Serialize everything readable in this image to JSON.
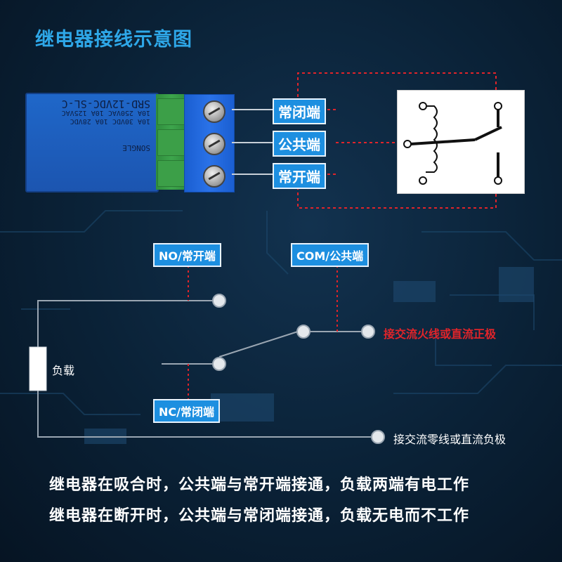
{
  "title": "继电器接线示意图",
  "relay": {
    "model": "SRD-12VDC-SL-C",
    "spec_line1": "10A 250VAC  10A 125VAC",
    "spec_line2": "10A 30VDC  10A 28VDC",
    "brand": "SONGLE"
  },
  "top_tags": {
    "nc": "常闭端",
    "com": "公共端",
    "no": "常开端"
  },
  "circuit": {
    "no_tag": "NO/常开端",
    "com_tag": "COM/公共端",
    "nc_tag": "NC/常闭端",
    "load_label": "负载",
    "live_label": "接交流火线或直流正极",
    "neutral_label": "接交流零线或直流负极"
  },
  "footer": {
    "line1": "继电器在吸合时，公共端与常开端接通，负载两端有电工作",
    "line2": "继电器在断开时，公共端与常闭端接通，负载无电而不工作"
  },
  "colors": {
    "accent_blue": "#1d8fe0",
    "title_blue": "#2ea7e8",
    "red": "#e0242a",
    "wire": "#9aa6b2"
  }
}
